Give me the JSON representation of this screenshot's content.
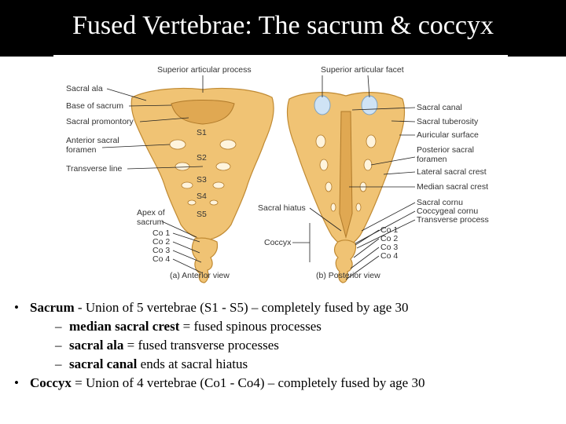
{
  "title": "Fused Vertebrae: The sacrum & coccyx",
  "figure": {
    "anterior": {
      "caption": "(a) Anterior view",
      "top_label": "Superior articular process",
      "left_labels": [
        "Sacral ala",
        "Base of sacrum",
        "Sacral promontory",
        "Anterior sacral",
        "foramen",
        "Transverse line",
        "Apex of",
        "sacrum"
      ],
      "segments": [
        "S1",
        "S2",
        "S3",
        "S4",
        "S5"
      ],
      "coccyx_segments": [
        "Co 1",
        "Co 2",
        "Co 3",
        "Co 4"
      ]
    },
    "posterior": {
      "caption": "(b) Posterior view",
      "top_label": "Superior articular facet",
      "right_labels": [
        "Sacral canal",
        "Sacral tuberosity",
        "Auricular surface",
        "Posterior sacral",
        "foramen",
        "Lateral sacral crest",
        "Median sacral crest",
        "Sacral cornu",
        "Coccygeal cornu",
        "Transverse process"
      ],
      "hiatus_label": "Sacral hiatus",
      "coccyx_label": "Coccyx",
      "coccyx_segments": [
        "Co 1",
        "Co 2",
        "Co 3",
        "Co 4"
      ]
    }
  },
  "bullets": [
    {
      "bold": "Sacrum",
      "text": " - Union of 5 vertebrae (S1 - S5) – completely fused by age 30",
      "sub": [
        {
          "bold": "median sacral crest",
          "text": " = fused spinous processes"
        },
        {
          "bold": "sacral ala",
          "text": " = fused transverse processes"
        },
        {
          "bold": "sacral canal",
          "text": " ends at sacral hiatus"
        }
      ]
    },
    {
      "bold": "Coccyx",
      "text": " = Union of 4 vertebrae (Co1 - Co4) – completely fused by age 30",
      "sub": []
    }
  ]
}
